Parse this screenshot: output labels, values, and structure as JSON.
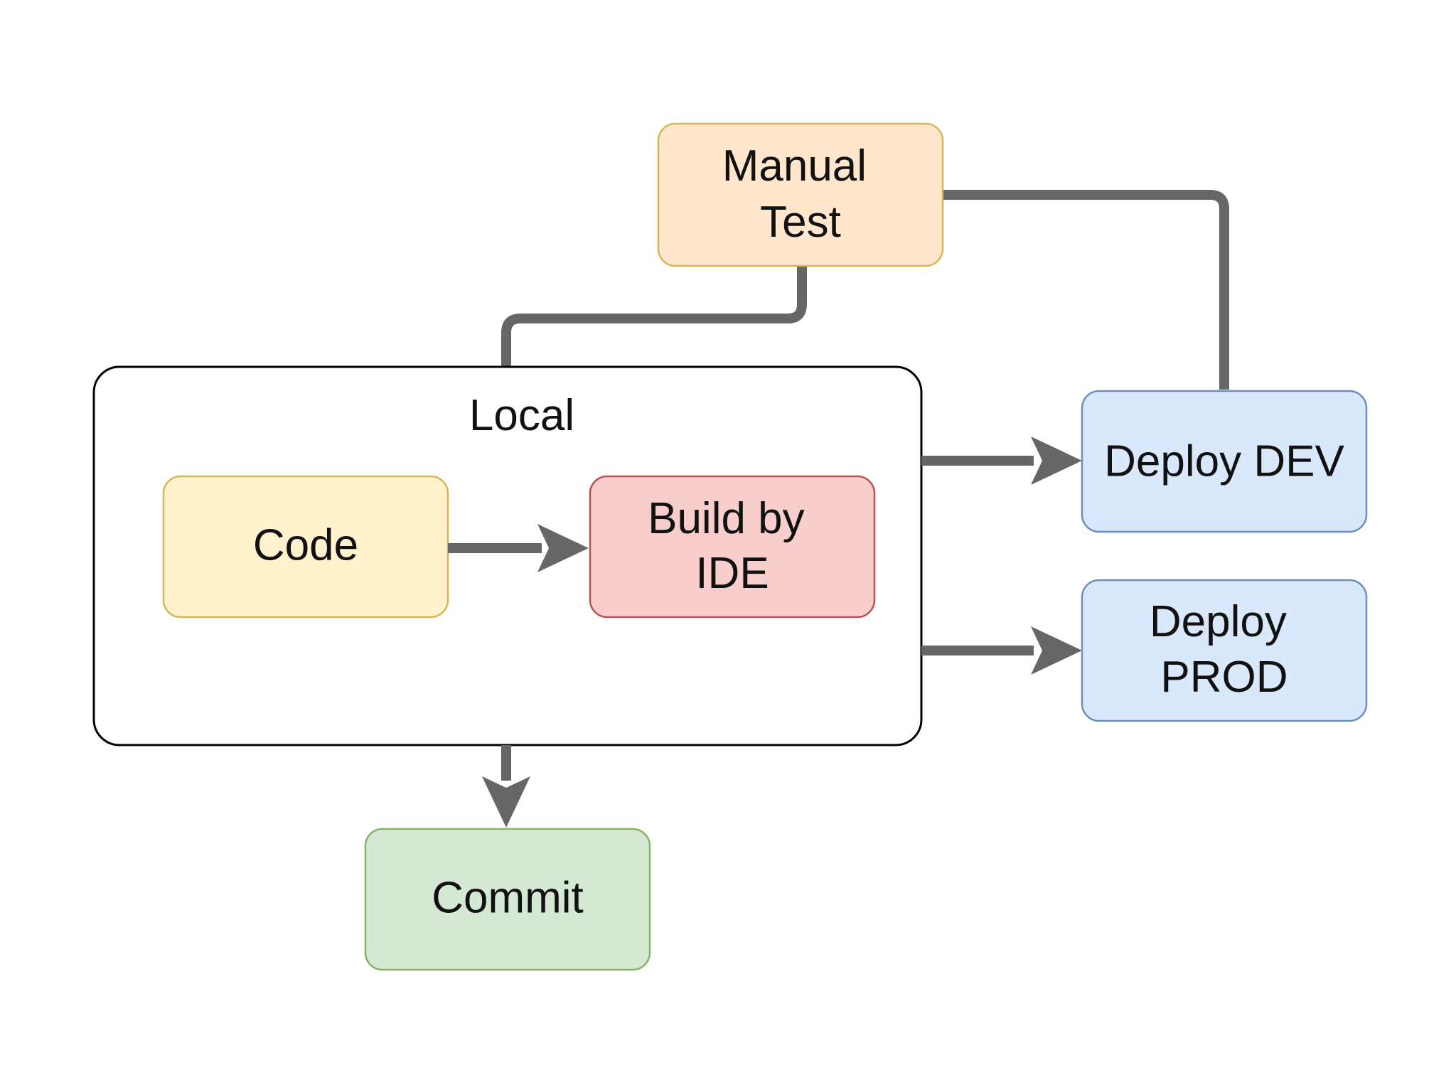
{
  "nodes": {
    "manual_test": {
      "lines": [
        "Manual",
        "Test"
      ],
      "fill": "#ffe6cc",
      "stroke": "#d6b656"
    },
    "local": {
      "label": "Local",
      "fill": "#ffffff",
      "stroke": "#000000"
    },
    "code": {
      "label": "Code",
      "fill": "#fff2cc",
      "stroke": "#d6b656"
    },
    "build": {
      "lines": [
        "Build by",
        "IDE"
      ],
      "fill": "#f8cecc",
      "stroke": "#b85450"
    },
    "deploy_dev": {
      "label": "Deploy DEV",
      "fill": "#dae8fc",
      "stroke": "#6c8ebf"
    },
    "deploy_prod": {
      "lines": [
        "Deploy",
        "PROD"
      ],
      "fill": "#dae8fc",
      "stroke": "#6c8ebf"
    },
    "commit": {
      "label": "Commit",
      "fill": "#d5e8d4",
      "stroke": "#82b366"
    }
  },
  "colors": {
    "connector": "#666666",
    "text": "#111111"
  }
}
